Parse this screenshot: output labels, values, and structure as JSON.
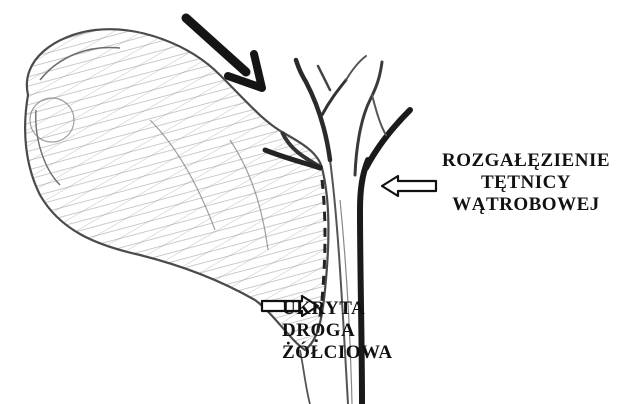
{
  "labels": {
    "artery": {
      "line1": "ROZGAŁĘZIENIE",
      "line2": "TĘTNICY",
      "line3": "WĄTROBOWEJ"
    },
    "duct": {
      "line1": "UKRYTA",
      "line2": "DROGA",
      "line3": "ŻÓŁCIOWA"
    }
  },
  "colors": {
    "ink": "#1a1a1a",
    "pencil": "#6e6e6e",
    "shade": "#9a9a9a",
    "background": "#ffffff"
  }
}
